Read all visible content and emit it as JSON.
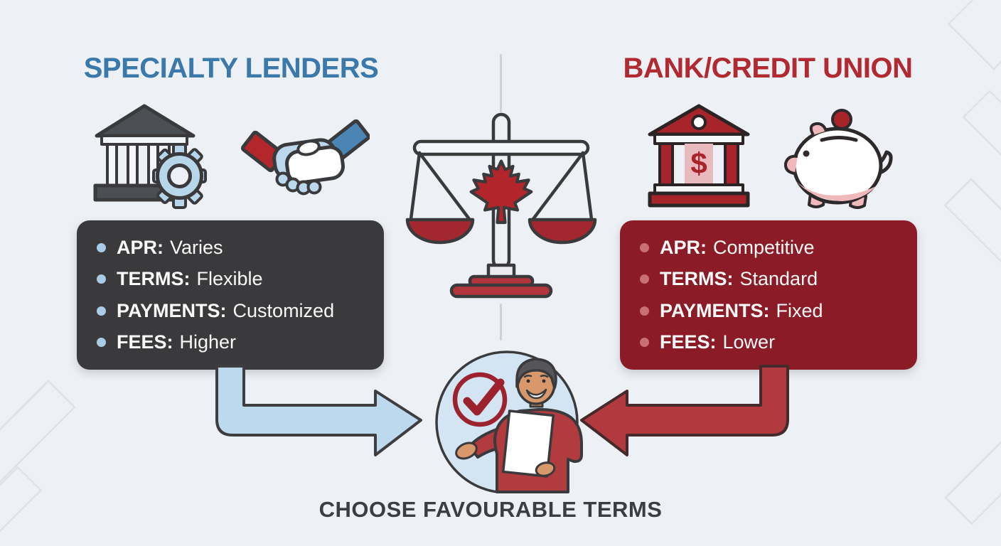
{
  "page": {
    "background_color": "#edf1f5",
    "caption": "CHOOSE FAVOURABLE TERMS",
    "caption_color": "#3a3d41",
    "divider_color": "#ccd2d9"
  },
  "left_panel": {
    "title": "SPECIALTY LENDERS",
    "title_color": "#3a79a9",
    "box_color": "#3a3a3c",
    "bullet_color": "#a9cbe5",
    "arrow_color": "#bdd9ed",
    "icons": [
      "bank-gear-icon",
      "handshake-icon"
    ],
    "items": [
      {
        "label": "APR:",
        "value": "Varies"
      },
      {
        "label": "TERMS:",
        "value": "Flexible"
      },
      {
        "label": "PAYMENTS:",
        "value": "Customized"
      },
      {
        "label": "FEES:",
        "value": "Higher"
      }
    ]
  },
  "right_panel": {
    "title": "BANK/CREDIT UNION",
    "title_color": "#b12a32",
    "box_color": "#8b1c27",
    "bullet_color": "#c97074",
    "arrow_color": "#b23a3e",
    "icons": [
      "bank-dollar-icon",
      "piggy-bank-icon"
    ],
    "bank_dollar_symbol": "$",
    "items": [
      {
        "label": "APR:",
        "value": "Competitive"
      },
      {
        "label": "TERMS:",
        "value": "Standard"
      },
      {
        "label": "PAYMENTS:",
        "value": "Fixed"
      },
      {
        "label": "FEES:",
        "value": "Lower"
      }
    ]
  },
  "center": {
    "icons": [
      "balance-scale-maple-leaf-icon",
      "checkmark-circle-icon",
      "person-with-checklist-icon"
    ],
    "scale_red": "#a3272e",
    "leaf_red": "#b2252b",
    "circle_blue": "#d3e5f2",
    "check_red": "#9c2230"
  }
}
